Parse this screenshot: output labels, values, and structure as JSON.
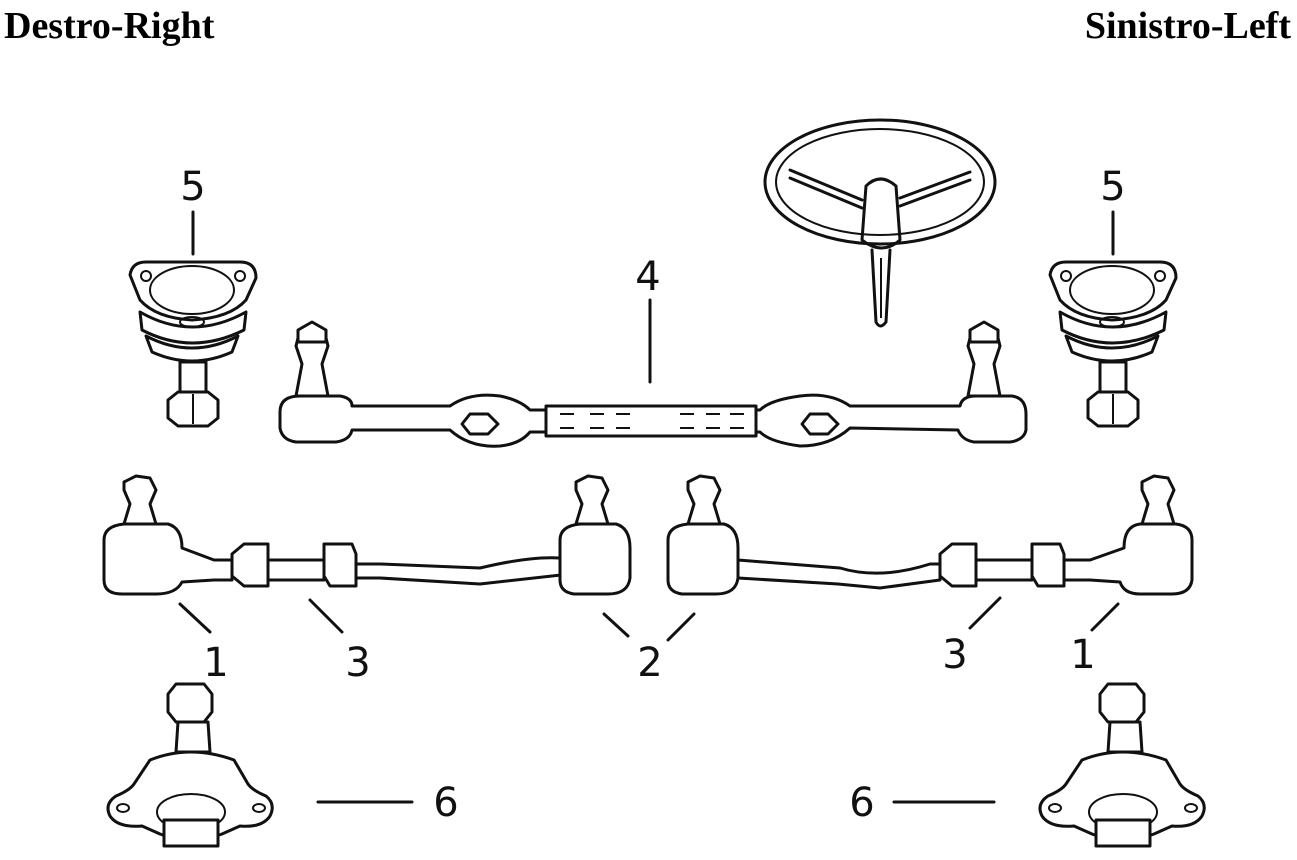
{
  "header": {
    "right_label": "Destro-Right",
    "left_label": "Sinistro-Left"
  },
  "callouts": {
    "c5a": "5",
    "c5b": "5",
    "c4": "4",
    "c1a": "1",
    "c3a": "3",
    "c2": "2",
    "c3b": "3",
    "c1b": "1",
    "c6a": "6",
    "c6b": "6"
  },
  "colors": {
    "ink": "#111111",
    "background": "#ffffff"
  }
}
